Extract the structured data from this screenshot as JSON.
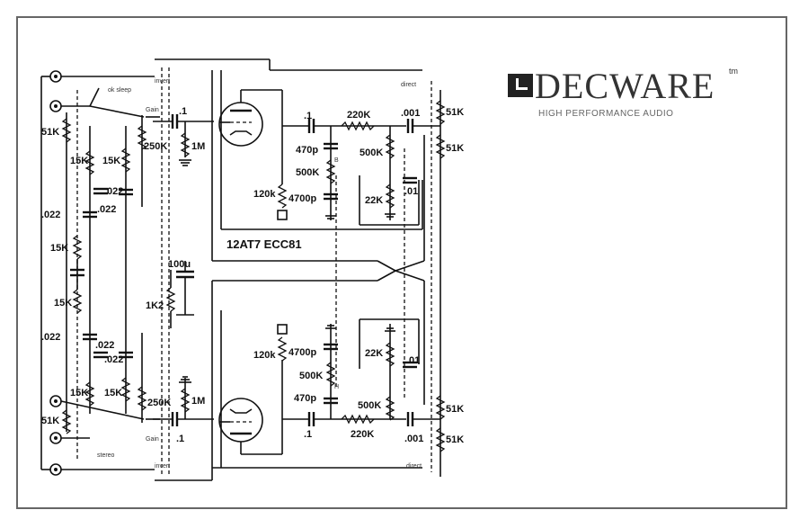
{
  "brand": {
    "name": "DECWARE",
    "tm": "tm",
    "tagline": "HIGH PERFORMANCE AUDIO"
  },
  "tube": {
    "label": "12AT7 ECC81"
  },
  "switch_labels": {
    "top_left": "ok sleep",
    "top_invert": "invert",
    "top_direct": "direct",
    "bottom_left": "stereo",
    "bottom_invert": "invert",
    "bottom_direct": "direct",
    "gain_top": "Gain",
    "gain_bottom": "Gain"
  },
  "components": {
    "top": {
      "r_in": "51K",
      "r_15k_a": "15K",
      "r_15k_b": "15K",
      "c_022_a": ".022",
      "c_022_b": ".022",
      "c_022_c": ".022",
      "r_15k_c": "15K",
      "pot_250k": "250K",
      "c_coupling_in": ".1",
      "r_grid_1m": "1M",
      "r_plate": "120k",
      "c_coupling_out": ".1",
      "c_470p": "470p",
      "pot_500k_tone": "500K",
      "c_4700p": "4700p",
      "r_220k": "220K",
      "c_001": ".001",
      "pot_500k_out": "500K",
      "r_22k": "22K",
      "c_01": ".01",
      "r_out_a": "51K",
      "r_out_b": "51K",
      "tone_letter": "B"
    },
    "middle": {
      "r_15k": "15K",
      "c_100u": "100u",
      "r_1k2": "1K2"
    },
    "bottom": {
      "r_in": "51K",
      "r_15k_a": "15K",
      "r_15k_b": "15K",
      "c_022_a": ".022",
      "c_022_b": ".022",
      "c_022_c": ".022",
      "pot_250k": "250K",
      "c_coupling_in": ".1",
      "r_grid_1m": "1M",
      "r_plate": "120k",
      "c_coupling_out": ".1",
      "c_470p": "470p",
      "pot_500k_tone": "500K",
      "c_4700p": "4700p",
      "r_220k": "220K",
      "c_001": ".001",
      "pot_500k_out": "500K",
      "r_22k": "22K",
      "c_01": ".01",
      "r_out_a": "51K",
      "r_out_b": "51K",
      "tone_letter": "H"
    }
  }
}
